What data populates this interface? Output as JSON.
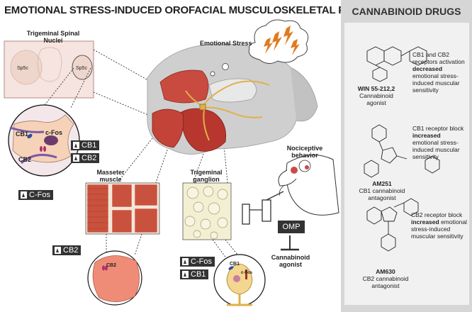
{
  "title": "EMOTIONAL STRESS-INDUCED OROFACIAL MUSCULOSKELETAL PAIN",
  "sidebar": {
    "title": "CANNABINOID DRUGS",
    "drugs": [
      {
        "name": "WIN 55-212,2",
        "role": "Cannabinoid agonist",
        "effect_pre": "CB1 and CB2 receptors activation",
        "effect_bold": "decreased",
        "effect_post": "emotional stress-induced muscular sensitivity"
      },
      {
        "name": "AM251",
        "role": "CB1 cannabinoid antagonist",
        "effect_pre": "CB1 receptor block",
        "effect_bold": "increased",
        "effect_post": "emotional stress-induced muscular sensitivity"
      },
      {
        "name": "AM630",
        "role": "CB2 cannabinoid antagonist",
        "effect_pre": "CB2 receptor block",
        "effect_bold": "increased",
        "effect_post": "emotional stress-induced muscular sensitivity"
      }
    ]
  },
  "labels": {
    "trigeminal_nuclei": "Trigeminal Spinal Nuclei",
    "sp5c": "Sp5c",
    "emotional_stress": "Emotional Stress",
    "masseter": "Masseter muscle",
    "trigeminal_ganglion": "Trigeminal ganglion",
    "nociceptive": "Nociceptive behavior",
    "omp": "OMP",
    "cannabinoid_agonist": "Cannabinoid agonist",
    "cb1": "CB1",
    "cb2": "CB2",
    "cfos": "c-Fos"
  },
  "badges": {
    "nuclei_cb1": "CB1",
    "nuclei_cb2": "CB2",
    "nuclei_cfos": "C-Fos",
    "masseter_cb2": "CB2",
    "ganglion_cfos": "C-Fos",
    "ganglion_cb1": "CB1"
  }
}
